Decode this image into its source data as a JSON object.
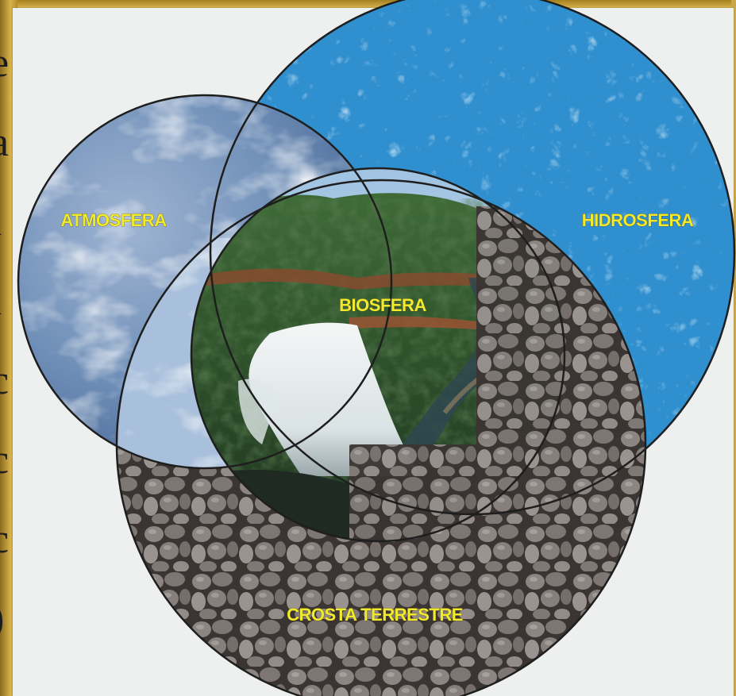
{
  "diagram": {
    "spheres": [
      {
        "id": "atmosfera",
        "label": "ATMOSFERA",
        "fill": "#6f8fb8"
      },
      {
        "id": "hidrosfera",
        "label": "HIDROSFERA",
        "fill": "#2f8fcf"
      },
      {
        "id": "crosta",
        "label": "CROSTA TERRESTRE",
        "fill": "#7a7370"
      },
      {
        "id": "biosfera",
        "label": "BIOSFERA",
        "fill": "#3d6a3a"
      }
    ],
    "colors": {
      "label_text": "#f2ea2e",
      "outline": "#1e1e1e",
      "paper": "#eef0f0",
      "background": "#c9a43a"
    }
  }
}
